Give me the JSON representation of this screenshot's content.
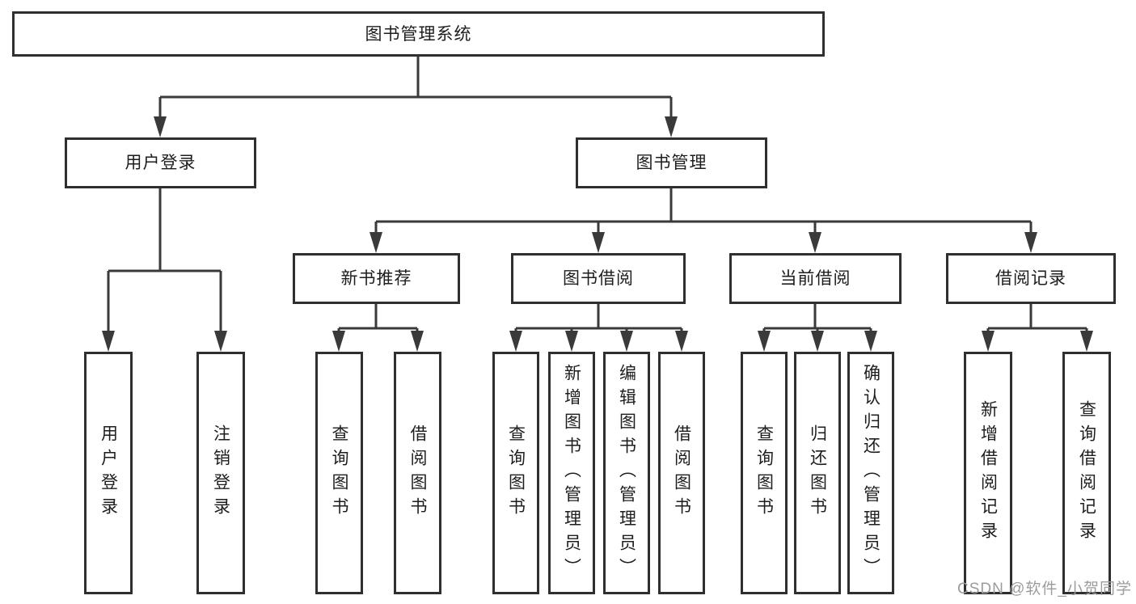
{
  "diagram": {
    "root": "图书管理系统",
    "branches": {
      "user_login": {
        "label": "用户登录",
        "children": [
          "用户登录",
          "注销登录"
        ]
      },
      "book_management": {
        "label": "图书管理",
        "children": {
          "new_book_recommend": {
            "label": "新书推荐",
            "children": [
              "查询图书",
              "借阅图书"
            ]
          },
          "book_borrow": {
            "label": "图书借阅",
            "children": [
              "查询图书",
              "新增图书（管理员）",
              "编辑图书（管理员）",
              "借阅图书"
            ]
          },
          "current_borrow": {
            "label": "当前借阅",
            "children": [
              "查询图书",
              "归还图书",
              "确认归还（管理员）"
            ]
          },
          "borrow_record": {
            "label": "借阅记录",
            "children": [
              "新增借阅记录",
              "查询借阅记录"
            ]
          }
        }
      }
    }
  },
  "watermark": "CSDN @软件_小贺同学",
  "colors": {
    "line": "#3a3a3a",
    "border": "#2f2f2f",
    "text": "#1d1d1d",
    "watermark": "#9c9c9c"
  }
}
